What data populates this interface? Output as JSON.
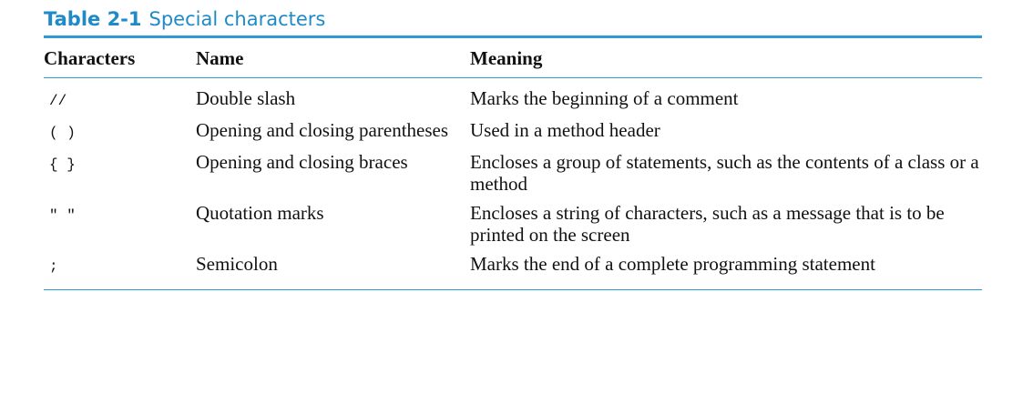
{
  "caption": {
    "label": "Table 2-1",
    "title": "Special characters"
  },
  "table": {
    "headers": [
      "Characters",
      "Name",
      "Meaning"
    ],
    "rows": [
      {
        "characters": "//",
        "name": "Double slash",
        "meaning": "Marks the beginning of a comment"
      },
      {
        "characters": "( )",
        "name": "Opening and closing parentheses",
        "meaning": "Used in a method header"
      },
      {
        "characters": "{ }",
        "name": "Opening and closing braces",
        "meaning": "Encloses a group of statements, such as the contents of a class or a method"
      },
      {
        "characters": "\" \"",
        "name": "Quotation marks",
        "meaning": "Encloses a string of characters, such as a message that is to be printed on the screen"
      },
      {
        "characters": ";",
        "name": "Semicolon",
        "meaning": "Marks the end of a complete programming statement"
      }
    ]
  },
  "colors": {
    "accent": "#1e8ac8",
    "rule": "#2e9bd6",
    "text": "#111111"
  }
}
